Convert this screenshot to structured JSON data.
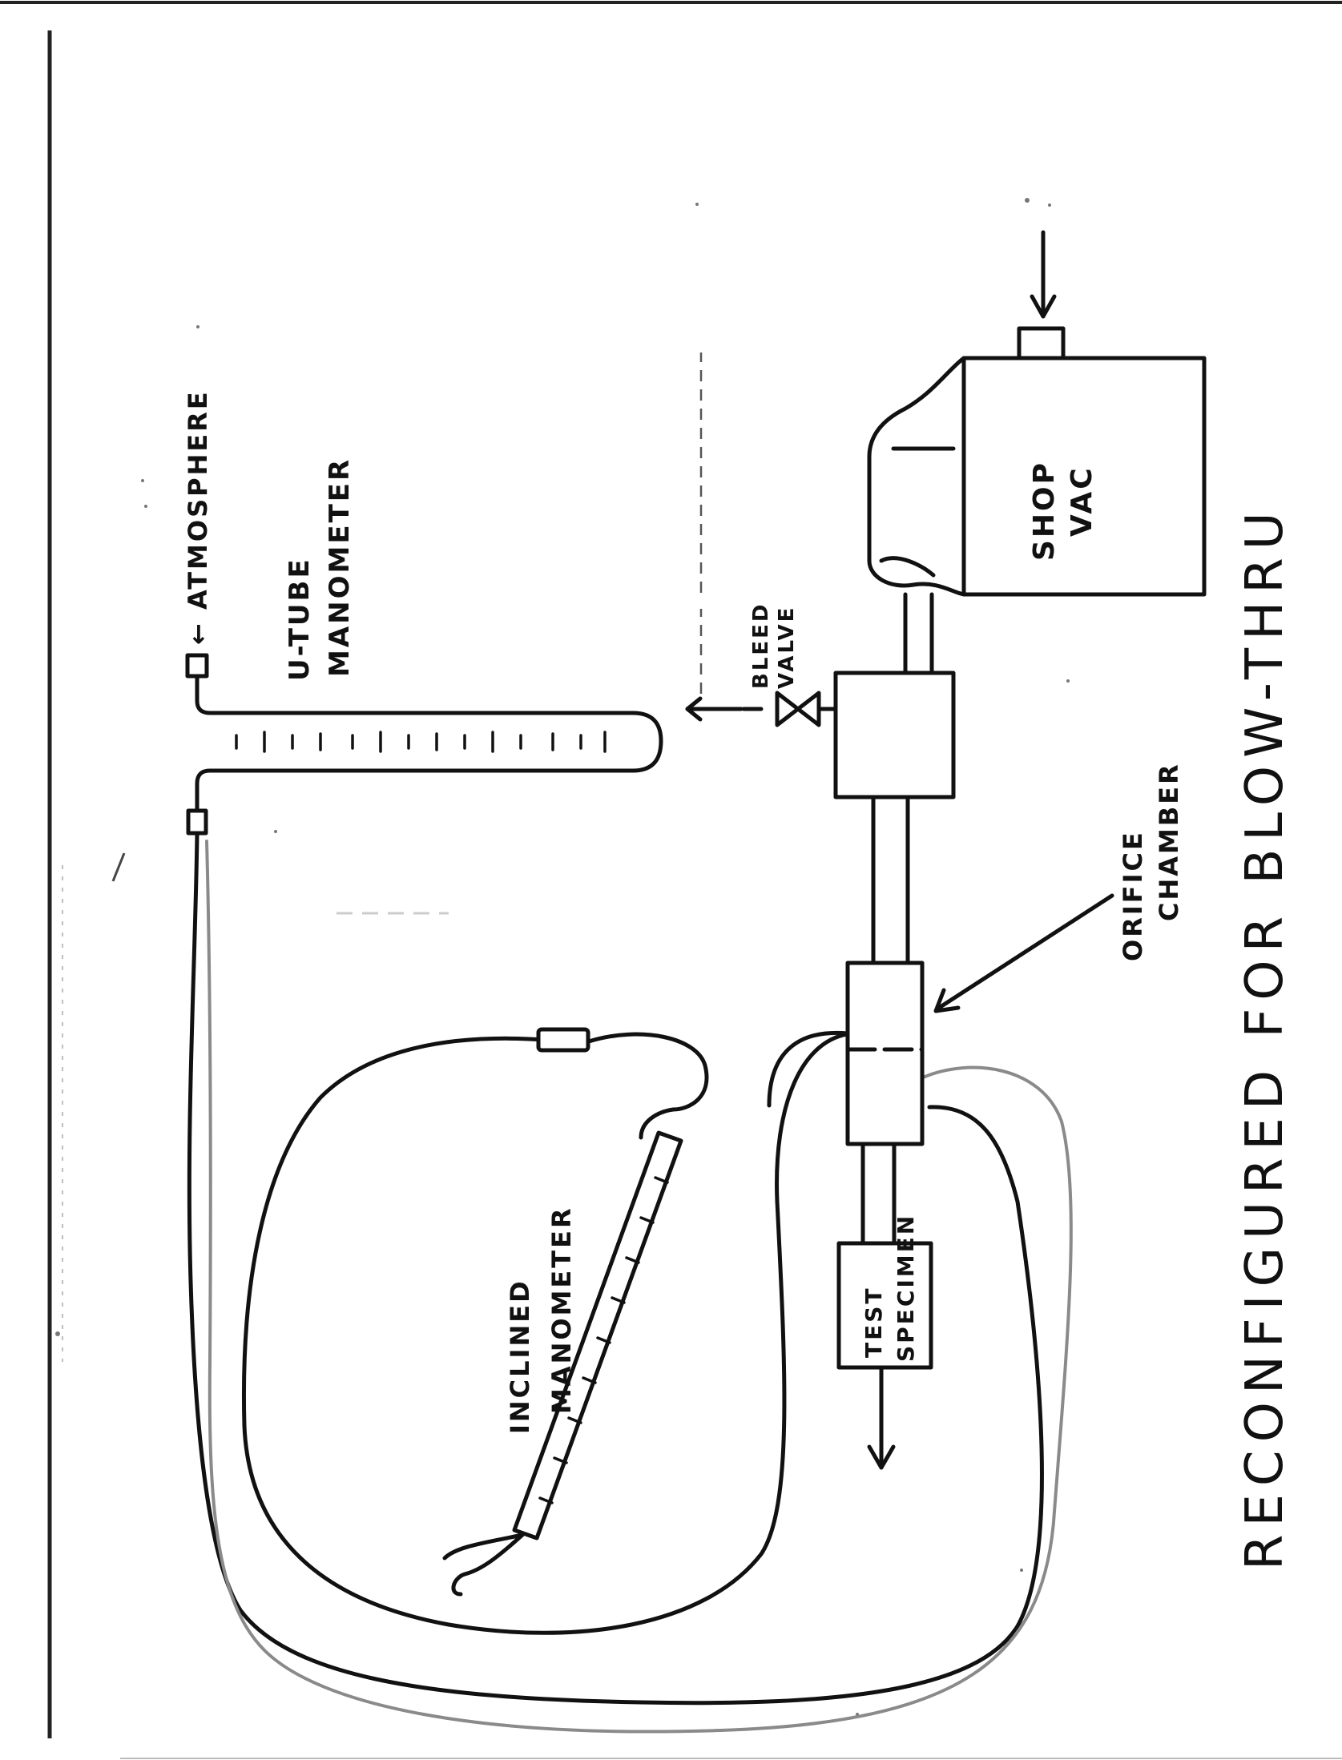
{
  "labels": {
    "atmosphere": "← ATMOSPHERE",
    "u_tube_line1": "U-TUBE",
    "u_tube_line2": "MANOMETER",
    "bleed_line1": "BLEED",
    "bleed_line2": "VALVE",
    "shop_vac_line1": "SHOP",
    "shop_vac_line2": "VAC",
    "orifice_line1": "ORIFICE",
    "orifice_line2": "CHAMBER",
    "inclined_line1": "INCLINED",
    "inclined_line2": "MANOMETER",
    "test_line1": "TEST",
    "test_line2": "SPECIMEN",
    "title": "RECONFIGURED FOR BLOW-THRU"
  },
  "colors": {
    "ink": "#111111",
    "secondary_tube": "#8a8a8a",
    "paper": "#ffffff"
  }
}
